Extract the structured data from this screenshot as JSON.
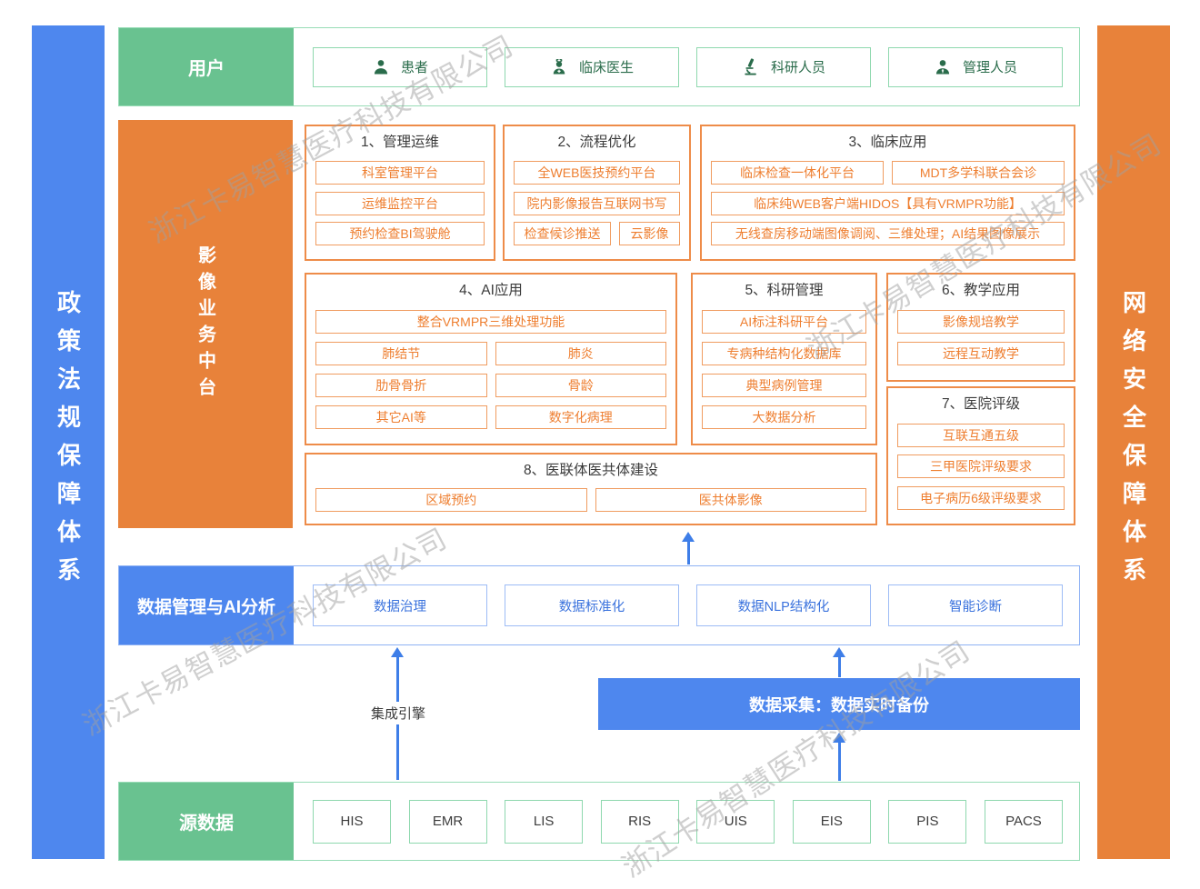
{
  "watermark": {
    "text": "浙江卡易智慧医疗科技有限公司"
  },
  "side_bars": {
    "left": "政策法规保障体系",
    "right": "网络安全保障体系"
  },
  "users": {
    "label": "用户",
    "items": [
      {
        "icon": "patient-icon",
        "label": "患者"
      },
      {
        "icon": "doctor-icon",
        "label": "临床医生"
      },
      {
        "icon": "microscope-icon",
        "label": "科研人员"
      },
      {
        "icon": "admin-icon",
        "label": "管理人员"
      }
    ]
  },
  "platform": {
    "label": "影像业务中台",
    "sections": [
      {
        "title": "1、管理运维",
        "rows": [
          [
            "科室管理平台"
          ],
          [
            "运维监控平台"
          ],
          [
            "预约检查BI驾驶舱"
          ]
        ]
      },
      {
        "title": "2、流程优化",
        "rows": [
          [
            "全WEB医技预约平台"
          ],
          [
            "院内影像报告互联网书写"
          ],
          [
            "检查候诊推送",
            "云影像"
          ]
        ]
      },
      {
        "title": "3、临床应用",
        "rows": [
          [
            "临床检查一体化平台",
            "MDT多学科联合会诊"
          ],
          [
            "临床纯WEB客户端HIDOS【具有VRMPR功能】"
          ],
          [
            "无线查房移动端图像调阅、三维处理；AI结果图像展示"
          ]
        ]
      },
      {
        "title": "4、AI应用",
        "rows": [
          [
            "整合VRMPR三维处理功能"
          ],
          [
            "肺结节",
            "肺炎"
          ],
          [
            "肋骨骨折",
            "骨龄"
          ],
          [
            "其它AI等",
            "数字化病理"
          ]
        ]
      },
      {
        "title": "5、科研管理",
        "rows": [
          [
            "AI标注科研平台"
          ],
          [
            "专病种结构化数据库"
          ],
          [
            "典型病例管理"
          ],
          [
            "大数据分析"
          ]
        ]
      },
      {
        "title": "6、教学应用",
        "rows": [
          [
            "影像规培教学"
          ],
          [
            "远程互动教学"
          ]
        ]
      },
      {
        "title": "7、医院评级",
        "rows": [
          [
            "互联互通五级"
          ],
          [
            "三甲医院评级要求"
          ],
          [
            "电子病历6级评级要求"
          ]
        ]
      },
      {
        "title": "8、医联体医共体建设",
        "rows": [
          [
            "区域预约",
            "医共体影像"
          ]
        ]
      }
    ]
  },
  "data_mgmt": {
    "label": "数据管理与AI分析",
    "items": [
      "数据治理",
      "数据标准化",
      "数据NLP结构化",
      "智能诊断"
    ]
  },
  "integration": {
    "engine_label": "集成引擎",
    "collection_label": "数据采集：数据实时备份"
  },
  "source": {
    "label": "源数据",
    "items": [
      "HIS",
      "EMR",
      "LIS",
      "RIS",
      "UIS",
      "EIS",
      "PIS",
      "PACS"
    ]
  },
  "colors": {
    "green_fill": "#69c290",
    "orange_fill": "#e8823a",
    "blue_fill": "#4e87ee",
    "orange_text": "#ee7e2f",
    "blue_text": "#3a72dd",
    "dark_green_text": "#2a6c4b",
    "arrow_blue": "#3e7ee8",
    "watermark_gray": "rgba(160,160,160,0.5)"
  }
}
